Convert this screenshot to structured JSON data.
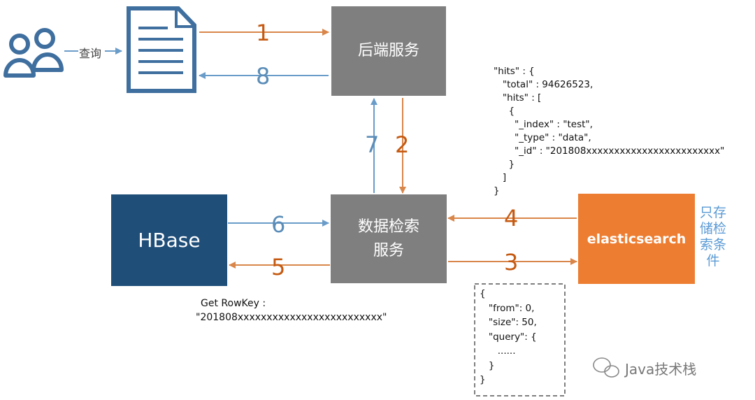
{
  "users_query_label": "查询",
  "backend_service": "后端服务",
  "data_search_service": "数据检索\n服务",
  "hbase": "HBase",
  "elasticsearch": "elasticsearch",
  "es_note": "只存\n储检\n索条\n件",
  "steps": [
    "1",
    "2",
    "3",
    "4",
    "5",
    "6",
    "7",
    "8"
  ],
  "hits_json": "\"hits\" : {\n   \"total\" : 94626523,\n   \"hits\" : [\n     {\n       \"_index\" : \"test\",\n       \"_type\" : \"data\",\n       \"_id\" : \"201808xxxxxxxxxxxxxxxxxxxxxxxx\"\n     }\n   ]\n}",
  "query_json": "{\n   \"from\": 0,\n   \"size\": 50,\n   \"query\": {\n      ......\n   }\n}",
  "get_rowkey_label": "Get RowKey :",
  "get_rowkey_value": "\"201808xxxxxxxxxxxxxxxxxxxxxxxxx\"",
  "watermark": "Java技术栈",
  "colors": {
    "orange": "#ed7d31",
    "arrow_orange": "#d9864a",
    "arrow_blue": "#6a9cc9",
    "gray": "#7f7f7f",
    "navy": "#1f4e79",
    "icon_blue": "#3f6f9f"
  }
}
